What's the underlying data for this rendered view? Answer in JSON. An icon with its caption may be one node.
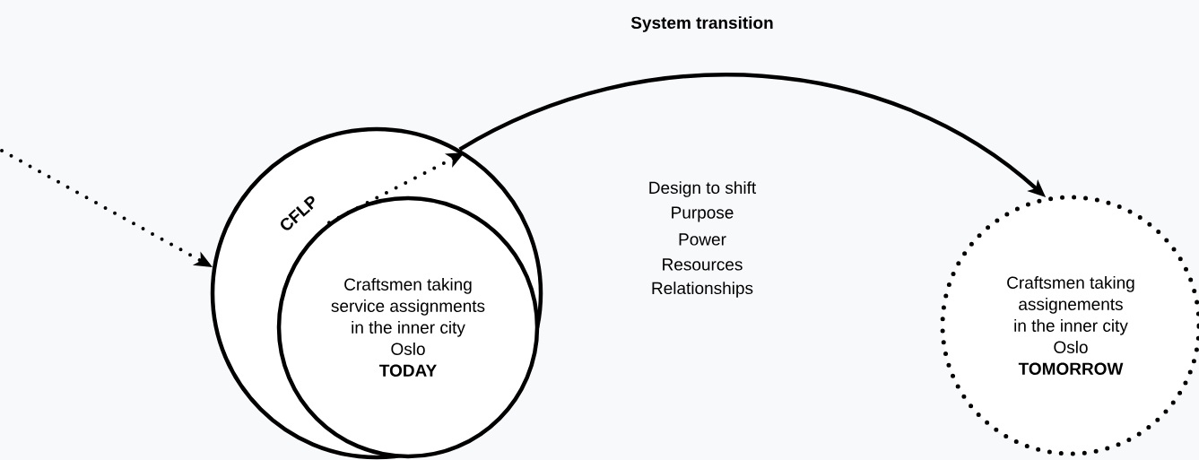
{
  "diagram": {
    "title": "System transition",
    "nodes": [
      {
        "text": [
          "CFLP"
        ]
      },
      {
        "text": [
          "Craftsmen taking",
          "service assignments",
          "in the inner city",
          "Oslo",
          "TODAY"
        ],
        "in": 0
      },
      {
        "text": [
          "Craftsmen taking",
          "assignements",
          "in the inner city",
          "Oslo",
          "TOMORROW"
        ]
      }
    ],
    "edges": [
      {
        "from": null,
        "to": 0,
        "arrow": "to",
        "style": "dashed"
      },
      {
        "from": 1,
        "to": 0,
        "arrow": "to",
        "style": "dashed"
      },
      {
        "from": 0,
        "to": 2,
        "arrow": "to"
      }
    ],
    "labels": [
      "Design to shift",
      "Purpose",
      "Power",
      "Resources",
      "Relationships"
    ]
  }
}
